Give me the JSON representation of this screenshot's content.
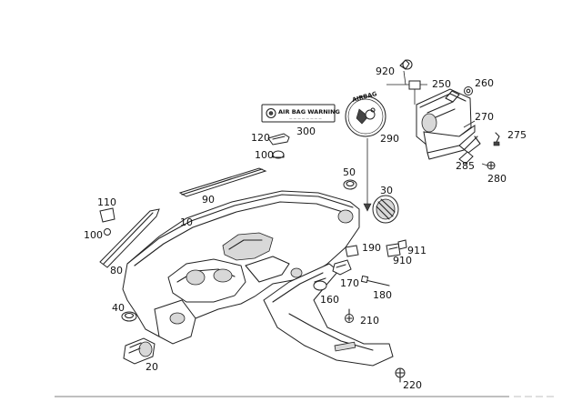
{
  "diagram": {
    "labels": {
      "p920": "920",
      "p250": "250",
      "p260": "260",
      "p270": "270",
      "p275": "275",
      "p285": "285",
      "p280": "280",
      "p300": "300",
      "p290": "290",
      "p120": "120",
      "p100a": "100",
      "p50": "50",
      "p30": "30",
      "p90": "90",
      "p110": "110",
      "p10": "10",
      "p100b": "100",
      "p80": "80",
      "p190": "190",
      "p911": "911",
      "p910": "910",
      "p170": "170",
      "p180": "180",
      "p160": "160",
      "p210": "210",
      "p40": "40",
      "p20": "20",
      "p220": "220"
    },
    "sticker_warning": {
      "title": "AIR BAG WARNING",
      "subtitle": "— — — — — — — —"
    },
    "sticker_airbag": {
      "title": "AIRBAG"
    }
  }
}
